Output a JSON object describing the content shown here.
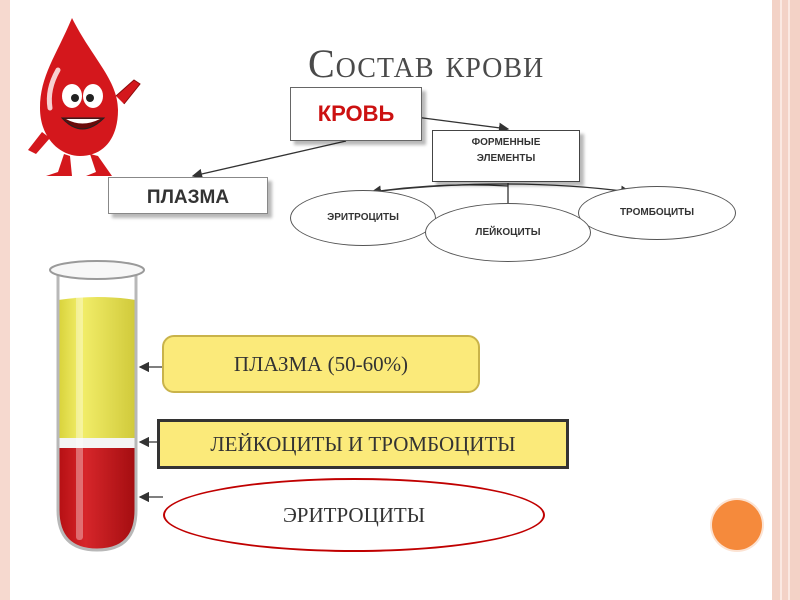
{
  "title": "Состав крови",
  "diagram": {
    "blood": "КРОВЬ",
    "plasma": "ПЛАЗМА",
    "formed_elements_line1": "ФОРМЕННЫЕ",
    "formed_elements_line2": "ЭЛЕМЕНТЫ",
    "erythrocytes": "ЭРИТРОЦИТЫ",
    "leukocytes": "ЛЕЙКОЦИТЫ",
    "platelets": "ТРОМБОЦИТЫ"
  },
  "tube": {
    "plasma_label": "ПЛАЗМА (50-60%)",
    "white_layer_label": "ЛЕЙКОЦИТЫ И ТРОМБОЦИТЫ",
    "red_layer_label": "ЭРИТРОЦИТЫ"
  },
  "colors": {
    "plasma": "#e6e14a",
    "blood": "#c81418",
    "callout_fill": "#fbea7a",
    "accent_dot": "#f58a3c"
  }
}
